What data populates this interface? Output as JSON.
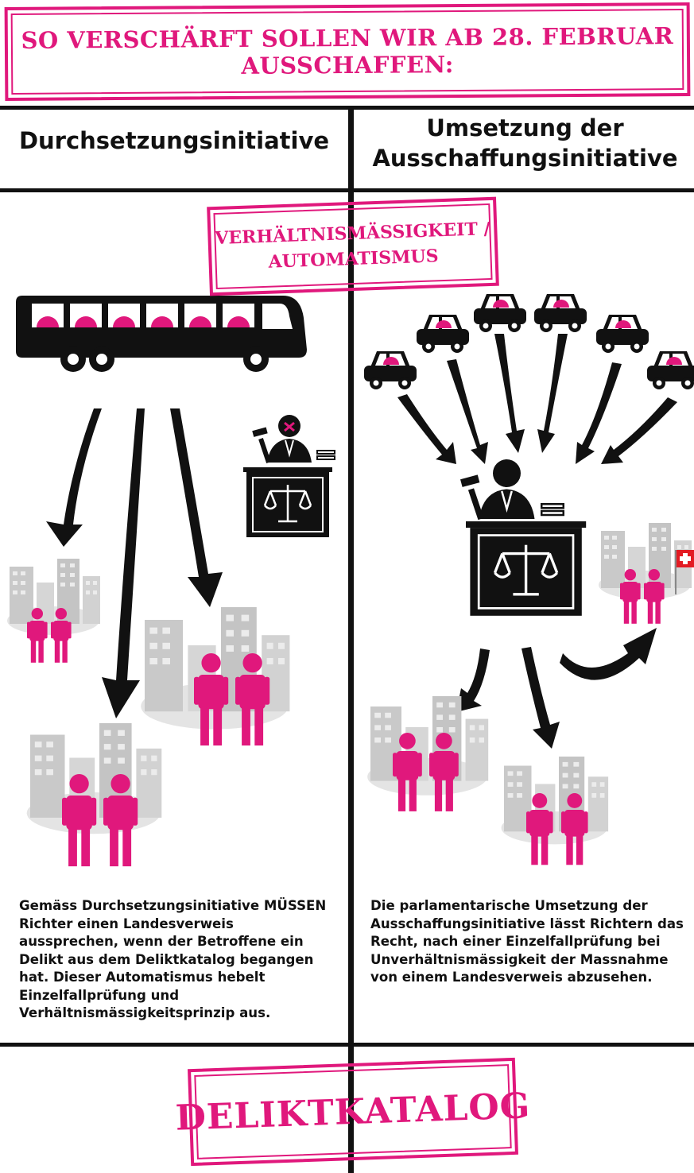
{
  "title": "SO VERSCHÄRFT SOLLEN WIR AB 28. FEBRUAR AUSSCHAFFEN:",
  "left_heading": "Durchsetzungsinitiative",
  "right_heading_line1": "Umsetzung der",
  "right_heading_line2": "Ausschaffungsinitiative",
  "center_stamp_line1": "VERHÄLTNISMÄSSIGKEIT /",
  "center_stamp_line2": "AUTOMATISMUS",
  "left_description": "Gemäss Durchsetzungsinitiative MÜSSEN Richter einen Landesverweis aussprechen, wenn der Betroffene ein Delikt aus dem Deliktkatalog begangen hat. Dieser Automatismus hebelt Einzelfallprüfung und Verhältnismässigkeitsprinzip aus.",
  "right_description": "Die parlamentarische Umsetzung der Ausschaffungsinitiative lässt Richtern das Recht, nach einer Einzelfallprüfung bei Unverhältnismässigkeit der Massnahme von einem Landesverweis abzusehen.",
  "bottom_stamp": "DELIKTKATALOG",
  "colors": {
    "accent": "#e0187c",
    "ink": "#111111",
    "city": "#c9c9c9"
  },
  "icons": [
    "bus-icon",
    "car-icon",
    "judge-icon",
    "scales-icon",
    "person-icon",
    "city-icon",
    "arrow-icon",
    "swiss-flag-icon"
  ]
}
